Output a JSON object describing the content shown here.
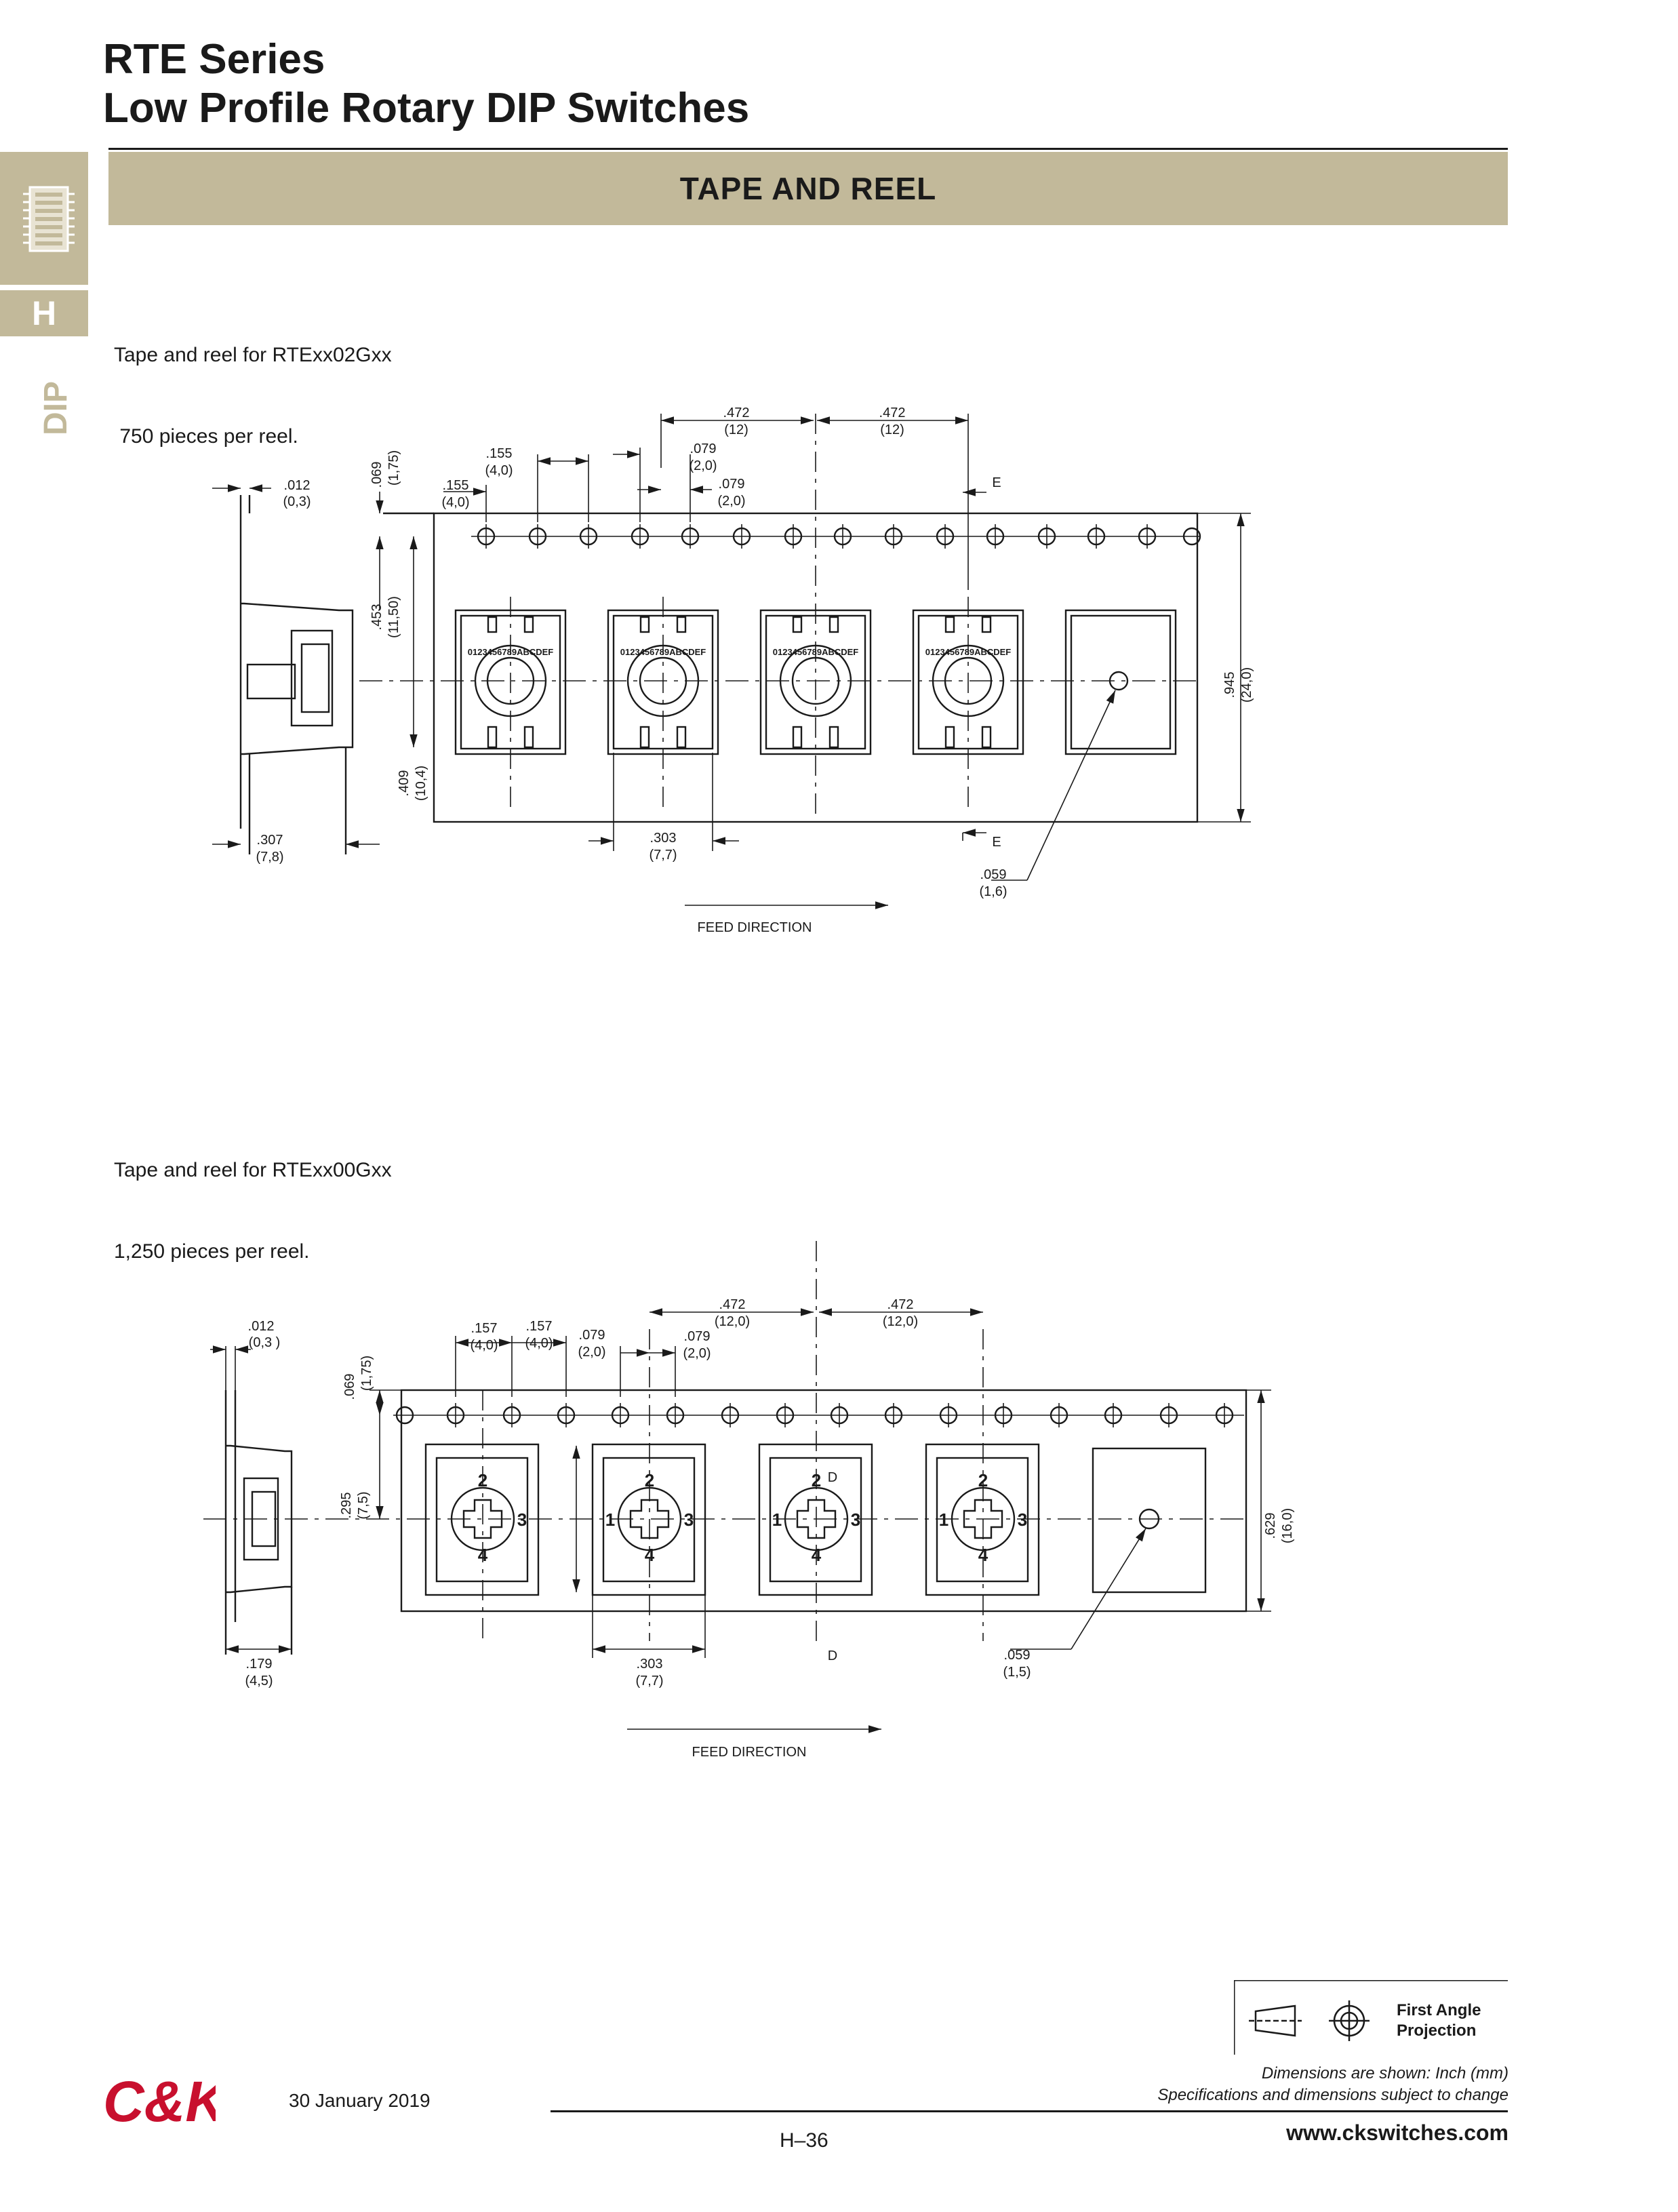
{
  "header": {
    "title_line1": "RTE Series",
    "title_line2": "Low Profile Rotary DIP Switches",
    "section_title": "TAPE AND REEL"
  },
  "side_tab": {
    "letter": "H",
    "label": "DIP",
    "icon": "dip-switch-icon"
  },
  "diagram1": {
    "caption_line1": "Tape and reel for RTExx02Gxx",
    "caption_line2": " 750 pieces per reel.",
    "dims": {
      "d012": ".012",
      "d012mm": "(0,3)",
      "d069": ".069",
      "d069mm": "(1,75)",
      "d155a": ".155",
      "d155amm": "(4,0)",
      "d155b": ".155",
      "d155bmm": "(4,0)",
      "d079a": ".079",
      "d079amm": "(2,0)",
      "d079b": ".079",
      "d079bmm": "(2,0)",
      "d472a": ".472",
      "d472amm": "(12)",
      "d472b": ".472",
      "d472bmm": "(12)",
      "d453": ".453",
      "d453mm": "(11,50)",
      "d409": ".409",
      "d409mm": "(10,4)",
      "d945": ".945",
      "d945mm": "(24,0)",
      "d307": ".307",
      "d307mm": "(7,8)",
      "d303": ".303",
      "d303mm": "(7,7)",
      "d059": ".059",
      "d059mm": "(1,6)",
      "e_top": "E",
      "e_bottom": "E",
      "rotary_labels": "0123456789ABCDEF"
    },
    "feed_label": "FEED DIRECTION"
  },
  "diagram2": {
    "caption_line1": "Tape and reel for RTExx00Gxx",
    "caption_line2": "1,250 pieces per reel.",
    "dims": {
      "d012": ".012",
      "d012mm": "(0,3 )",
      "d069": ".069",
      "d069mm": "(1,75)",
      "d157a": ".157",
      "d157amm": "(4,0)",
      "d157b": ".157",
      "d157bmm": "(4,0)",
      "d079a": ".079",
      "d079amm": "(2,0)",
      "d079b": ".079",
      "d079bmm": "(2,0)",
      "d472a": ".472",
      "d472amm": "(12,0)",
      "d472b": ".472",
      "d472bmm": "(12,0)",
      "d295": ".295",
      "d295mm": "(7,5)",
      "d629": ".629",
      "d629mm": "(16,0)",
      "d179": ".179",
      "d179mm": "(4,5)",
      "d303": ".303",
      "d303mm": "(7,7)",
      "d059": ".059",
      "d059mm": "(1,5)",
      "d_top": "D",
      "d_bottom": "D",
      "pos_1": "1",
      "pos_2": "2",
      "pos_3": "3",
      "pos_4": "4"
    },
    "feed_label": "FEED DIRECTION"
  },
  "footer": {
    "logo": "C&K",
    "date": "30 January 2019",
    "projection_line1": "First Angle",
    "projection_line2": "Projection",
    "note1": "Dimensions are shown: Inch (mm)",
    "note2": "Specifications and dimensions subject to change",
    "page": "H–36",
    "url": "www.ckswitches.com"
  },
  "colors": {
    "accent_tan": "#c2b99a",
    "logo_red": "#c8102e",
    "text": "#1a1a1a"
  }
}
